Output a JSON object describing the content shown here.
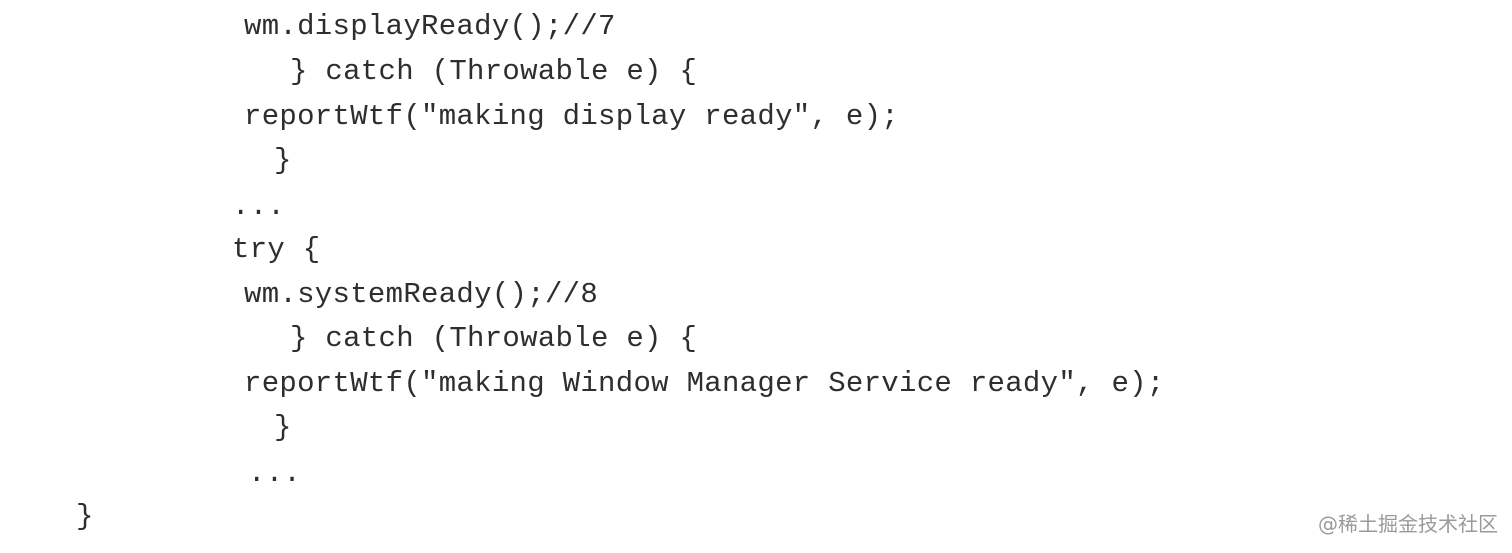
{
  "code": {
    "lines": [
      "wm.displayReady();//7",
      "} catch (Throwable e) {",
      "reportWtf(\"making display ready\", e);",
      "}",
      "...",
      "try {",
      "wm.systemReady();//8",
      "} catch (Throwable e) {",
      "reportWtf(\"making Window Manager Service ready\", e);",
      "}",
      "...",
      "}"
    ]
  },
  "watermark": {
    "text": "@稀土掘金技术社区"
  },
  "colors": {
    "background": "#ffffff",
    "code_text": "#2e2e2e",
    "watermark_text": "#9a9a9a"
  }
}
